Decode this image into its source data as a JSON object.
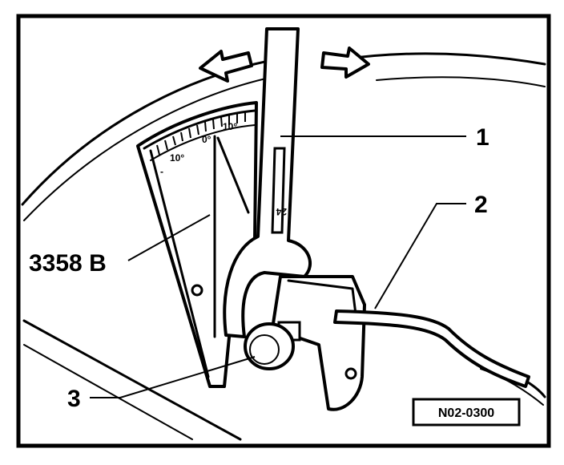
{
  "callouts": {
    "c1": "1",
    "c2": "2",
    "c3": "3",
    "tool": "3358 B"
  },
  "scale": {
    "t_left": "-",
    "t_10_left": "10°",
    "t_0": "0°",
    "t_10_right": "10°"
  },
  "wrench_mark": "24",
  "figure_code": "N02-0300"
}
